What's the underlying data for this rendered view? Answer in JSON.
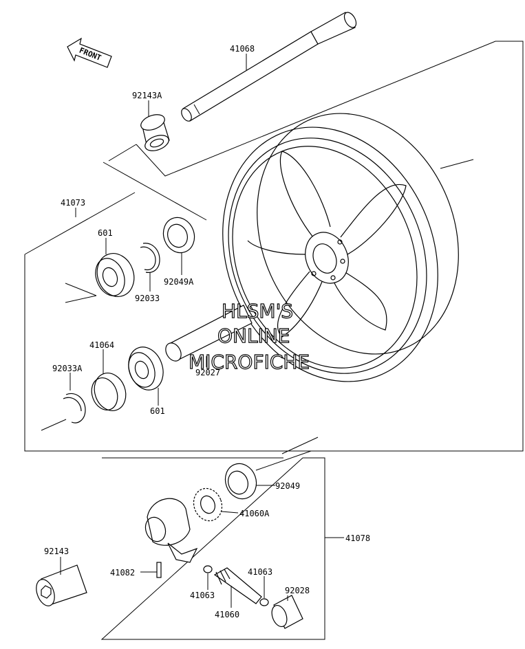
{
  "front_arrow": {
    "text": "FRONT"
  },
  "watermark": {
    "line1": "HLSM'S",
    "line2": "ONLINE",
    "line3": "MICROFICHE"
  },
  "parts": [
    {
      "key": "p41068",
      "label": "41068"
    },
    {
      "key": "p92143A",
      "label": "92143A"
    },
    {
      "key": "p41073",
      "label": "41073"
    },
    {
      "key": "p601a",
      "label": "601"
    },
    {
      "key": "p92033",
      "label": "92033"
    },
    {
      "key": "p92049A",
      "label": "92049A"
    },
    {
      "key": "p41064",
      "label": "41064"
    },
    {
      "key": "p92033A",
      "label": "92033A"
    },
    {
      "key": "p601b",
      "label": "601"
    },
    {
      "key": "p92027",
      "label": "92027"
    },
    {
      "key": "p92049",
      "label": "92049"
    },
    {
      "key": "p41060A",
      "label": "41060A"
    },
    {
      "key": "p41078",
      "label": "41078"
    },
    {
      "key": "p92143",
      "label": "92143"
    },
    {
      "key": "p41082",
      "label": "41082"
    },
    {
      "key": "p41063a",
      "label": "41063"
    },
    {
      "key": "p41063b",
      "label": "41063"
    },
    {
      "key": "p41060",
      "label": "41060"
    },
    {
      "key": "p92028",
      "label": "92028"
    }
  ]
}
